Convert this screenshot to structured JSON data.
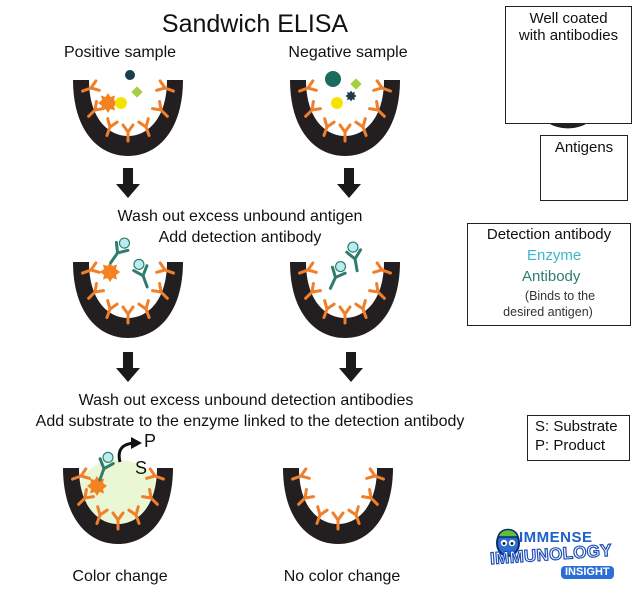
{
  "title": "Sandwich ELISA",
  "columns": {
    "positive_label": "Positive sample",
    "negative_label": "Negative sample"
  },
  "steps": {
    "step1_line1": "Wash out excess unbound antigen",
    "step1_line2": "Add detection antibody",
    "step2_line1": "Wash out excess unbound detection antibodies",
    "step2_line2": "Add substrate to the enzyme linked to the detection antibody"
  },
  "results": {
    "positive": "Color change",
    "negative": "No color change",
    "product_letter": "P",
    "substrate_letter": "S"
  },
  "legend": {
    "well_title_line1": "Well coated",
    "well_title_line2": "with antibodies",
    "antigens_title": "Antigens",
    "detection_title": "Detection antibody",
    "enzyme_label": "Enzyme",
    "antibody_label": "Antibody",
    "binds_line1": "(Binds to the",
    "binds_line2": "desired antigen)",
    "substrate_key": "S: Substrate",
    "product_key": "P: Product"
  },
  "logo": {
    "line1": "IMMENSE",
    "line2": "IMMUNOLOGY",
    "line3": "INSIGHT"
  },
  "colors": {
    "well": "#231f20",
    "capture_antibody": "#f07f2a",
    "detection_antibody": "#2e7d6e",
    "enzyme": "#b9ecef",
    "antigen_orange": "#f58220",
    "antigen_yellow": "#f5e400",
    "antigen_navy": "#1d3c4c",
    "antigen_teal": "#1a6b5b",
    "antigen_green": "#a6cf3e",
    "enzyme_text": "#3bb6c7",
    "antibody_text": "#2e7d6e",
    "color_change": "#eaf7d4"
  }
}
